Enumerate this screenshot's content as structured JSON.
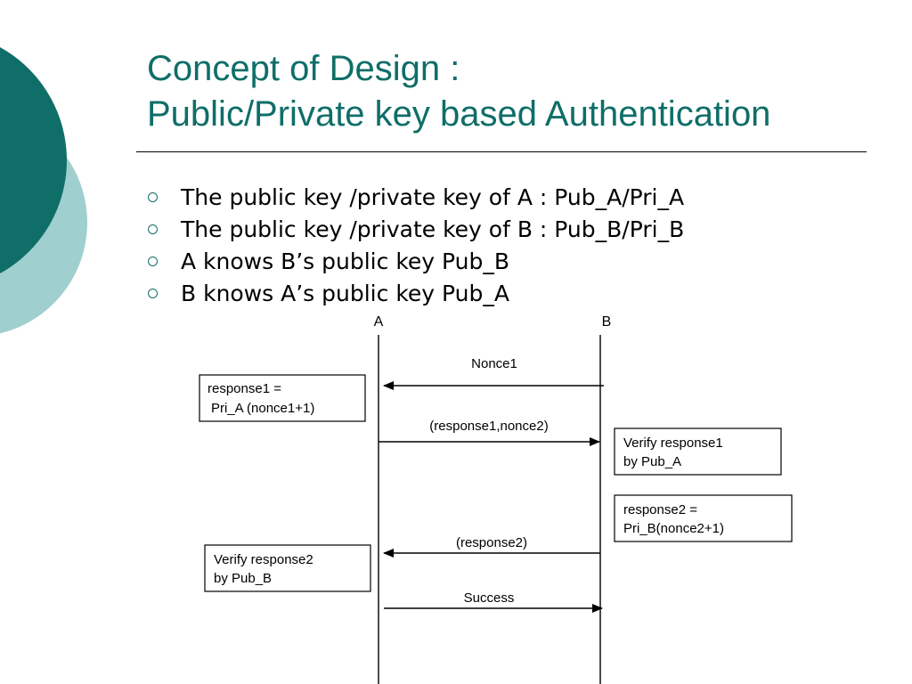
{
  "slide": {
    "title_line1": "Concept of Design :",
    "title_line2": "Public/Private key based Authentication",
    "accent_color": "#0f6e68",
    "accent_light": "#9fcfcf",
    "bullet_icon": "hollow-circle-icon",
    "bullets": [
      "The public key /private key of A : Pub_A/Pri_A",
      "The public key /private key of B : Pub_B/Pri_B",
      "A knows B’s public key Pub_B",
      "B knows A’s public key Pub_A"
    ]
  },
  "diagram": {
    "parties": {
      "a": "A",
      "b": "B"
    },
    "messages": {
      "nonce1": "Nonce1",
      "response1_nonce2": "(response1,nonce2)",
      "response2": "(response2)",
      "success": "Success"
    },
    "notes": {
      "response1_line1": "response1 =",
      "response1_line2": "Pri_A (nonce1+1)",
      "verify1_line1": "Verify response1",
      "verify1_line2": "by Pub_A",
      "response2_line1": "response2 =",
      "response2_line2": "Pri_B(nonce2+1)",
      "verify2_line1": "Verify response2",
      "verify2_line2": "by Pub_B"
    }
  }
}
